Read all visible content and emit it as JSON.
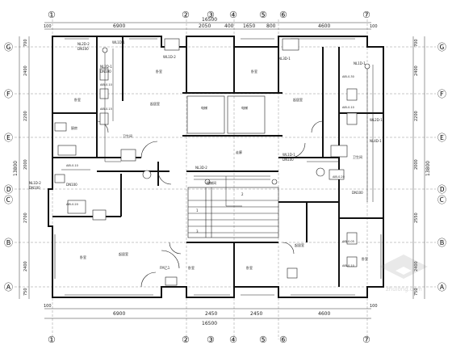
{
  "axes_top": [
    "①",
    "②",
    "③",
    "④",
    "⑤",
    "⑥",
    "⑦"
  ],
  "axes_bottom": [
    "①",
    "②",
    "③",
    "④",
    "⑤",
    "⑥",
    "⑦"
  ],
  "axes_left": [
    "Ⓖ",
    "Ⓕ",
    "Ⓔ",
    "Ⓓ",
    "Ⓒ",
    "Ⓑ",
    "Ⓐ"
  ],
  "axes_right": [
    "Ⓖ",
    "Ⓕ",
    "Ⓔ",
    "Ⓓ",
    "Ⓒ",
    "Ⓑ",
    "Ⓐ"
  ],
  "dims_top": {
    "overall": "16500",
    "seg": [
      "6900",
      "2050",
      "400",
      "1650",
      "800",
      "4600"
    ],
    "edge_left": "100",
    "edge_right": "100"
  },
  "dims_bottom": {
    "overall": "16500",
    "seg": [
      "6900",
      "2450",
      "2450",
      "4600"
    ],
    "edge_left": "100",
    "edge_right": "100"
  },
  "dims_left": {
    "overall": "13800",
    "seg": [
      "700",
      "2400",
      "2200",
      "2000",
      "2700",
      "2400",
      "750"
    ]
  },
  "dims_right": {
    "overall": "13800",
    "seg": [
      "700",
      "2400",
      "2200",
      "2000",
      "2550",
      "2400",
      "750"
    ]
  },
  "room_labels": {
    "bedroom": "卧室",
    "living": "起居室",
    "kitchen": "厨房",
    "bath": "卫生间",
    "stair": "楼梯间",
    "corridor": "走廊",
    "elevator_a": "电梯",
    "elevator_b": "电梯"
  },
  "pipe_tags": [
    "NL2D-2",
    "WL1D-1",
    "NL2D-1",
    "WL1D-2",
    "NL3D-1",
    "NL1D-1",
    "WL2D-1",
    "NL4D-1",
    "WL1D-1",
    "NL3D-2",
    "NL1D-2"
  ],
  "pipe_sizes": [
    "DN100",
    "DN100",
    "DN100",
    "DN100",
    "DN100",
    "DN100"
  ],
  "elev_tags": [
    "AIB-0.10",
    "AIB-0.20",
    "AIB-0.10",
    "AIB-0.15",
    "AIB-0.30",
    "AIB-0.10",
    "AIB-0.05",
    "AIB-0.10",
    "AIB-0.20"
  ],
  "stair_numbers": [
    "1",
    "2",
    "3"
  ],
  "door_mark": "FM乙1",
  "watermark": "zhulong.com"
}
